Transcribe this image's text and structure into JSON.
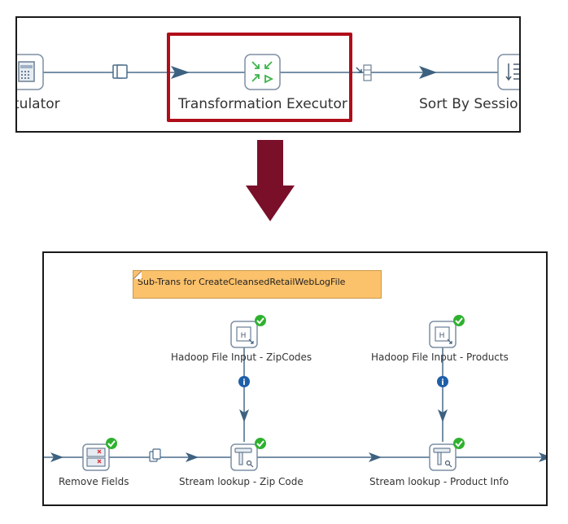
{
  "top_flow": {
    "steps": [
      {
        "label": "tulator",
        "icon": "calculator-icon"
      },
      {
        "label": "Transformation Executor",
        "icon": "transformation-executor-icon",
        "highlighted": true
      },
      {
        "label": "Sort By Sessior",
        "icon": "sort-rows-icon"
      }
    ],
    "hop_icons": [
      "copy-rows-icon",
      "result-rows-icon"
    ],
    "highlight_color": "#b00d1a"
  },
  "arrow": {
    "color": "#7a0f2a",
    "direction": "down"
  },
  "bottom_flow": {
    "note": "Sub-Trans for CreateCleansedRetailWebLogFile",
    "note_color": "#fbc16b",
    "steps": [
      {
        "label": "Hadoop File Input - ZipCodes",
        "icon": "hadoop-file-input-icon",
        "status": "success"
      },
      {
        "label": "Hadoop File Input - Products",
        "icon": "hadoop-file-input-icon",
        "status": "success"
      },
      {
        "label": "Remove Fields",
        "icon": "remove-fields-icon",
        "status": "success"
      },
      {
        "label": "Stream lookup - Zip Code",
        "icon": "stream-lookup-icon",
        "status": "success"
      },
      {
        "label": "Stream lookup - Product Info",
        "icon": "stream-lookup-icon",
        "status": "success"
      }
    ],
    "hop_info_badge": "i",
    "success_color": "#2fb12f",
    "hop_color": "#4a6b8a"
  }
}
